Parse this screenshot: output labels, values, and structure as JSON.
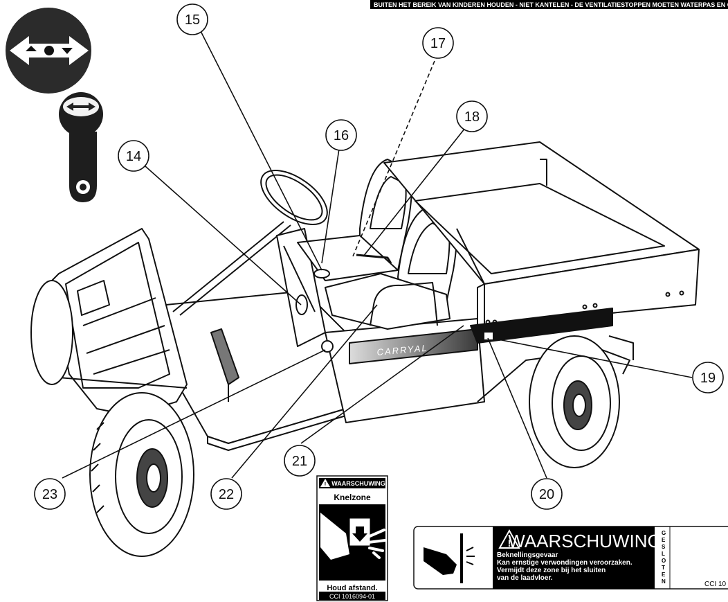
{
  "banner": "BUITEN HET BEREIK VAN KINDEREN HOUDEN - NIET KANTELEN - DE VENTILATIESTOPPEN MOETEN WATERPAS EN GOED GESL",
  "callouts": [
    "14",
    "15",
    "16",
    "17",
    "18",
    "19",
    "20",
    "21",
    "22",
    "23"
  ],
  "vehicle_brand": "CARRYAL",
  "decal_pinch": {
    "header": "WAARSCHUWING",
    "title": "Knelzone",
    "footer": "Houd afstand.",
    "code": "CCI 1016094-01"
  },
  "decal_bed": {
    "header": "WAARSCHUWING",
    "line1": "Beknellingsgevaar",
    "line2": "Kan ernstige verwondingen veroorzaken.",
    "line3": "Vermijdt deze zone bij het sluiten",
    "line4": "van de laadvloer.",
    "side": [
      "G",
      "E",
      "S",
      "L",
      "O",
      "T",
      "E",
      "N"
    ],
    "code": "CCI 10"
  },
  "icon_names": [
    "forward-neutral-reverse-icon",
    "direction-selector-handle-icon",
    "warning-triangle-icon",
    "hand-pinch-icon"
  ],
  "colors": {
    "ink": "#111111",
    "decal_black": "#000000",
    "stripe": "#9a9a9a"
  }
}
